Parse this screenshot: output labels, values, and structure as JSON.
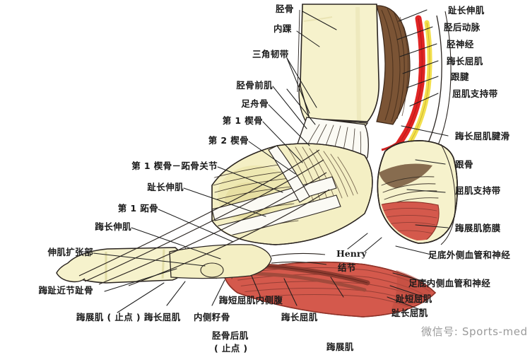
{
  "figure": {
    "title": "足踝内侧解剖图",
    "kind": "anatomical-illustration",
    "view": "medial-view-of-foot-and-ankle"
  },
  "palette": {
    "bone": "#f4f0c8",
    "bone_shadow": "#e2dca6",
    "muscle_red": "#d4594c",
    "muscle_red_dark": "#a63a30",
    "artery_red": "#e02020",
    "nerve_yellow": "#f5e04a",
    "tendon_white": "#fbfaf5",
    "tendon_brown": "#6b4a2f",
    "ink": "#1d1d1d",
    "watermark_gray": "#9a9a9a"
  },
  "labels": {
    "top": [
      {
        "id": "tibia",
        "text": "胫骨"
      },
      {
        "id": "medial-malleolus",
        "text": "内踝"
      },
      {
        "id": "deltoid-ligament",
        "text": "三角韧带"
      }
    ],
    "left": [
      {
        "id": "tibialis-anterior",
        "text": "胫骨前肌"
      },
      {
        "id": "navicular",
        "text": "足舟骨"
      },
      {
        "id": "first-cuneiform",
        "text": "第 1 楔骨"
      },
      {
        "id": "second-cuneiform",
        "text": "第 2 楔骨"
      },
      {
        "id": "first-cuneiform-metatarsal-joint",
        "text": "第 1 楔骨－跖骨关节"
      },
      {
        "id": "extensor-digitorum-longus",
        "text": "趾长伸肌"
      },
      {
        "id": "first-metatarsal",
        "text": "第 1 跖骨"
      },
      {
        "id": "extensor-hallucis-longus",
        "text": "踇长伸肌"
      },
      {
        "id": "extensor-expansion",
        "text": "伸肌扩张部"
      },
      {
        "id": "hallux-proximal-phalanx",
        "text": "踇趾近节趾骨"
      }
    ],
    "right": [
      {
        "id": "extensor-digitorum-longus-r",
        "text": "趾长伸肌"
      },
      {
        "id": "posterior-tibial-artery",
        "text": "胫后动脉"
      },
      {
        "id": "tibial-nerve",
        "text": "胫神经"
      },
      {
        "id": "flexor-hallucis-longus",
        "text": "踇长屈肌"
      },
      {
        "id": "achilles-tendon",
        "text": "跟腱"
      },
      {
        "id": "flexor-retinaculum",
        "text": "屈肌支持带"
      },
      {
        "id": "fhl-tendon-sheath",
        "text": "踇长屈肌腱滑"
      },
      {
        "id": "calcaneus",
        "text": "跟骨"
      },
      {
        "id": "flexor-retinaculum-2",
        "text": "屈肌支持带"
      },
      {
        "id": "abductor-hallucis-fascia",
        "text": "踇展肌筋膜"
      },
      {
        "id": "lateral-plantar-vessels",
        "text": "足底外侧血管和神经"
      },
      {
        "id": "medial-plantar-vessels",
        "text": "足底内侧血管和神经"
      },
      {
        "id": "flexor-digitorum-brevis",
        "text": "趾短屈肌"
      },
      {
        "id": "flexor-digitorum-longus",
        "text": "趾长屈肌"
      }
    ],
    "center": [
      {
        "id": "henry-knot-line1",
        "text": "Henry",
        "latin": true
      },
      {
        "id": "henry-knot-line2",
        "text": "结节"
      }
    ],
    "bottom": [
      {
        "id": "abductor-hallucis-insertion",
        "text": "踇展肌 ( 止点 )"
      },
      {
        "id": "flexor-hallucis-longus-b",
        "text": "踇长屈肌"
      },
      {
        "id": "medial-sesamoid",
        "text": "内侧籽骨"
      },
      {
        "id": "fhb-medial-belly",
        "text": "踇短屈肌内侧腹"
      },
      {
        "id": "flexor-hallucis-longus-b2",
        "text": "踇长屈肌"
      },
      {
        "id": "tibialis-posterior-line1",
        "text": "胫骨后肌"
      },
      {
        "id": "tibialis-posterior-line2",
        "text": "( 止点 )"
      },
      {
        "id": "abductor-hallucis",
        "text": "踇展肌"
      }
    ]
  },
  "watermark": {
    "text": "微信号: Sports-med"
  }
}
